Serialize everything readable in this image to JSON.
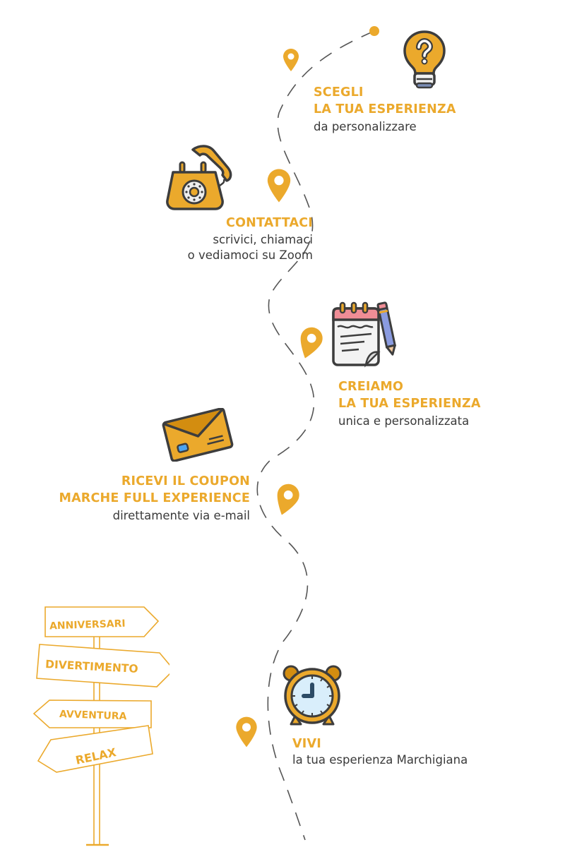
{
  "colors": {
    "accent": "#EBA92C",
    "text": "#3a3a3a",
    "path": "#555555",
    "outline": "#3d3d3d"
  },
  "steps": [
    {
      "title_lines": [
        "SCEGLI",
        "LA TUA ESPERIENZA"
      ],
      "subtitle_lines": [
        "da personalizzare"
      ],
      "icon": "lightbulb-question-icon"
    },
    {
      "title_lines": [
        "CONTATTACI"
      ],
      "subtitle_lines": [
        "scrivici, chiamaci",
        "o vediamoci su Zoom"
      ],
      "icon": "telephone-icon"
    },
    {
      "title_lines": [
        "CREIAMO",
        "LA TUA ESPERIENZA"
      ],
      "subtitle_lines": [
        "unica e personalizzata"
      ],
      "icon": "notepad-pencil-icon"
    },
    {
      "title_lines": [
        "RICEVI IL COUPON",
        "MARCHE FULL EXPERIENCE"
      ],
      "subtitle_lines": [
        "direttamente via e-mail"
      ],
      "icon": "envelope-icon"
    },
    {
      "title_lines": [
        "VIVI"
      ],
      "subtitle_lines": [
        "la tua esperienza Marchigiana"
      ],
      "icon": "alarm-clock-icon"
    }
  ],
  "signpost": {
    "signs": [
      "ANNIVERSARI",
      "DIVERTIMENTO",
      "AVVENTURA",
      "RELAX"
    ]
  }
}
